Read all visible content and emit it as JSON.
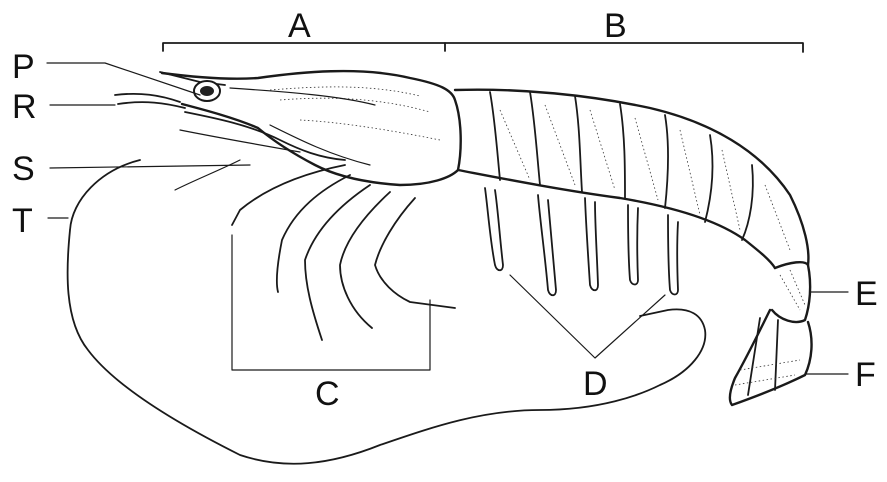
{
  "labels": {
    "A": "A",
    "B": "B",
    "C": "C",
    "D": "D",
    "E": "E",
    "F": "F",
    "P": "P",
    "R": "R",
    "S": "S",
    "T": "T"
  }
}
